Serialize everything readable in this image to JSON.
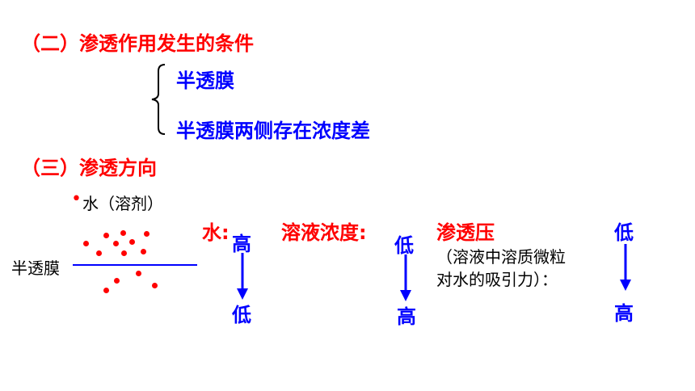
{
  "heading2": "（二）渗透作用发生的条件",
  "condition1": "半透膜",
  "condition2": "半透膜两侧存在浓度差",
  "heading3": "（三）渗透方向",
  "bullet": "•",
  "water_label": "水（溶剂）",
  "membrane_label": "半透膜",
  "water_title": "水:",
  "water_from": "高",
  "water_to": "低",
  "conc_title": "溶液浓度:",
  "conc_from": "低",
  "conc_to": "高",
  "osm_title": "渗透压",
  "osm_note_1": "（溶液中溶质微粒",
  "osm_note_2": "对水的吸引力）：",
  "osm_from": "低",
  "osm_to": "高",
  "colors": {
    "heading": "#ff0000",
    "content": "#0000ff",
    "text": "#000000",
    "dots": "#ff0000"
  }
}
